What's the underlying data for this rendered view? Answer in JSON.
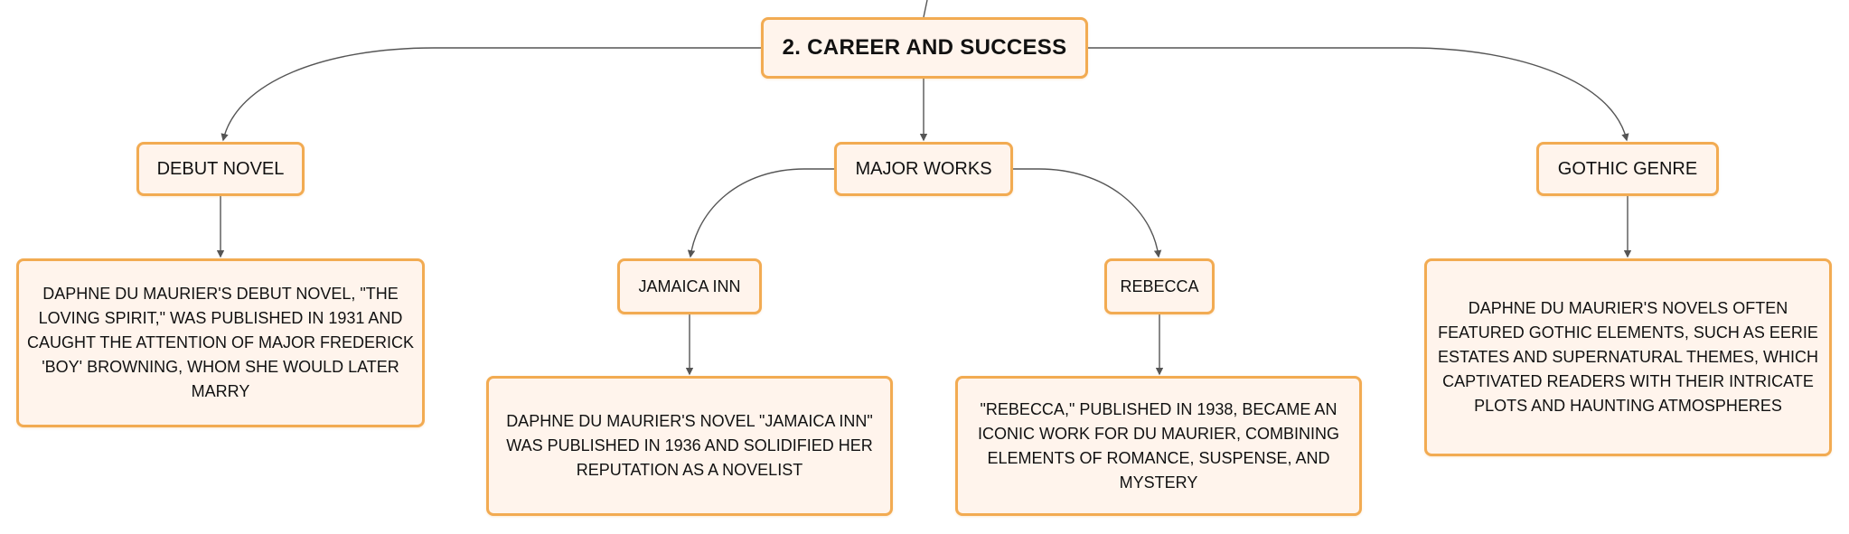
{
  "root": {
    "label": "2. CAREER AND SUCCESS"
  },
  "branches": {
    "debut": {
      "label": "DEBUT NOVEL",
      "detail": "DAPHNE DU MAURIER'S DEBUT NOVEL, \"THE LOVING SPIRIT,\" WAS PUBLISHED IN 1931 AND CAUGHT THE ATTENTION OF MAJOR FREDERICK 'BOY' BROWNING, WHOM SHE WOULD LATER MARRY"
    },
    "major": {
      "label": "MAJOR WORKS",
      "jamaica": {
        "label": "JAMAICA INN",
        "detail": "DAPHNE DU MAURIER'S NOVEL \"JAMAICA INN\" WAS PUBLISHED IN 1936 AND SOLIDIFIED HER REPUTATION AS A NOVELIST"
      },
      "rebecca": {
        "label": "REBECCA",
        "detail": "\"REBECCA,\" PUBLISHED IN 1938, BECAME AN ICONIC WORK FOR DU MAURIER, COMBINING ELEMENTS OF ROMANCE, SUSPENSE, AND MYSTERY"
      }
    },
    "gothic": {
      "label": "GOTHIC GENRE",
      "detail": "DAPHNE DU MAURIER'S NOVELS OFTEN FEATURED GOTHIC ELEMENTS, SUCH AS EERIE ESTATES AND SUPERNATURAL THEMES, WHICH CAPTIVATED READERS WITH THEIR INTRICATE PLOTS AND HAUNTING ATMOSPHERES"
    }
  },
  "colors": {
    "node_border": "#f2ab52",
    "node_fill": "#fff4ec",
    "connector": "#555555",
    "text": "#111111"
  }
}
